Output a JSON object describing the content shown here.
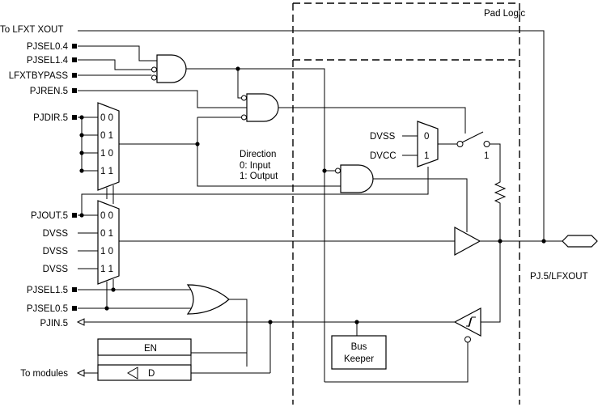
{
  "pad_logic_label": "Pad Logic",
  "signals": {
    "lfxt_xout": "To LFXT XOUT",
    "pjsel0_4": "PJSEL0.4",
    "pjsel1_4": "PJSEL1.4",
    "lfxtbypass": "LFXTBYPASS",
    "pjren_5": "PJREN.5",
    "pjdir_5": "PJDIR.5",
    "pjout_5": "PJOUT.5",
    "dvss_a": "DVSS",
    "dvss_b": "DVSS",
    "dvss_c": "DVSS",
    "pjsel1_5": "PJSEL1.5",
    "pjsel0_5": "PJSEL0.5",
    "pjin_5": "PJIN.5",
    "to_modules": "To modules"
  },
  "mux_dir": {
    "in00": "0 0",
    "in01": "0 1",
    "in10": "1 0",
    "in11": "1 1"
  },
  "mux_out": {
    "in00": "0 0",
    "in01": "0 1",
    "in10": "1 0",
    "in11": "1 1"
  },
  "direction": {
    "title": "Direction",
    "input": "0: Input",
    "output": "1: Output"
  },
  "pull_mux": {
    "dvss": "DVSS",
    "dvcc": "DVCC",
    "in0": "0",
    "in1": "1"
  },
  "switch_label": "1",
  "pin_label": "PJ.5/LFXOUT",
  "bus_keeper": {
    "line1": "Bus",
    "line2": "Keeper"
  },
  "latch": {
    "en": "EN",
    "d": "D"
  }
}
